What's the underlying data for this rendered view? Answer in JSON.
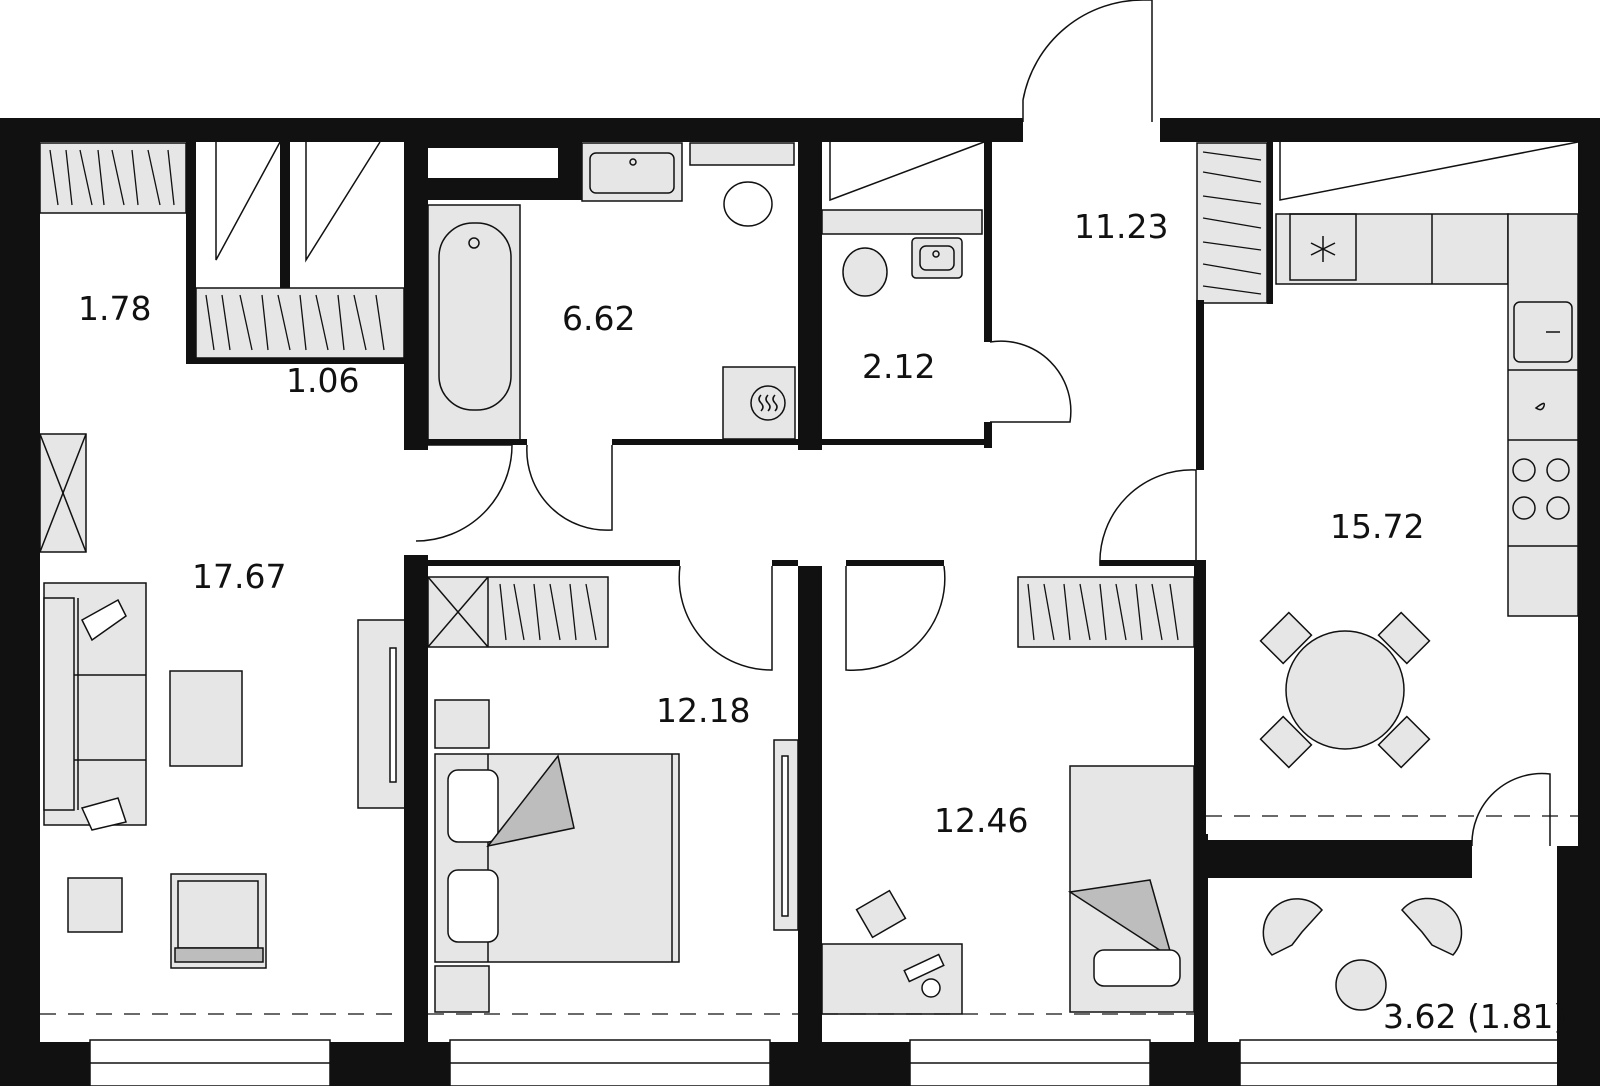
{
  "colors": {
    "wall": "#111111",
    "furniture_fill": "#e6e6e6",
    "furniture_dark": "#bdbdbd",
    "line": "#111111",
    "background": "#ffffff"
  },
  "rooms": {
    "wardrobe_corridor": {
      "area": "1.78"
    },
    "closet": {
      "area": "1.06"
    },
    "bathroom": {
      "area": "6.62"
    },
    "toilet": {
      "area": "2.12"
    },
    "hallway": {
      "area": "11.23"
    },
    "kitchen": {
      "area": "15.72"
    },
    "living_room": {
      "area": "17.67"
    },
    "bedroom_1": {
      "area": "12.18"
    },
    "bedroom_2": {
      "area": "12.46"
    },
    "balcony": {
      "area": "3.62 (1.81)"
    }
  },
  "icons": {
    "floor_heating": "heating-icon",
    "appliance": "snowflake-icon",
    "gas_valve": "drop-icon"
  }
}
